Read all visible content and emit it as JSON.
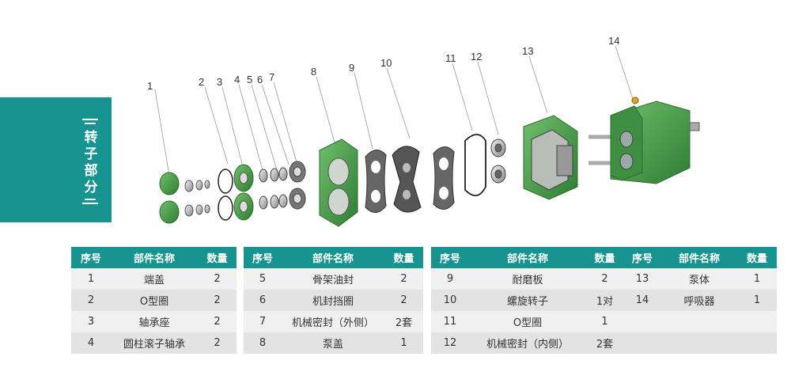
{
  "section": {
    "title_chars": [
      "转",
      "子",
      "部",
      "分"
    ]
  },
  "callouts": [
    "1",
    "2",
    "3",
    "4",
    "5",
    "6",
    "7",
    "8",
    "9",
    "10",
    "11",
    "12",
    "13",
    "14"
  ],
  "table_headers": {
    "seq": "序号",
    "name": "部件名称",
    "qty": "数量"
  },
  "tables": [
    {
      "rows": [
        {
          "seq": "1",
          "name": "端盖",
          "qty": "2"
        },
        {
          "seq": "2",
          "name": "O型圈",
          "qty": "2"
        },
        {
          "seq": "3",
          "name": "轴承座",
          "qty": "2"
        },
        {
          "seq": "4",
          "name": "圆柱滚子轴承",
          "qty": "2"
        }
      ]
    },
    {
      "rows": [
        {
          "seq": "5",
          "name": "骨架油封",
          "qty": "2"
        },
        {
          "seq": "6",
          "name": "机封挡圈",
          "qty": "2"
        },
        {
          "seq": "7",
          "name": "机械密封（外侧）",
          "qty": "2套"
        },
        {
          "seq": "8",
          "name": "泵盖",
          "qty": "1"
        }
      ]
    },
    {
      "rows": [
        {
          "seq": "9",
          "name": "耐磨板",
          "qty": "2",
          "seq2": "13",
          "name2": "泵体",
          "qty2": "1"
        },
        {
          "seq": "10",
          "name": "螺旋转子",
          "qty": "1对",
          "seq2": "14",
          "name2": "呼吸器",
          "qty2": "1"
        },
        {
          "seq": "11",
          "name": "O型圈",
          "qty": "1",
          "seq2": "",
          "name2": "",
          "qty2": ""
        },
        {
          "seq": "12",
          "name": "机械密封（内侧）",
          "qty": "2套",
          "seq2": "",
          "name2": "",
          "qty2": ""
        }
      ]
    }
  ]
}
